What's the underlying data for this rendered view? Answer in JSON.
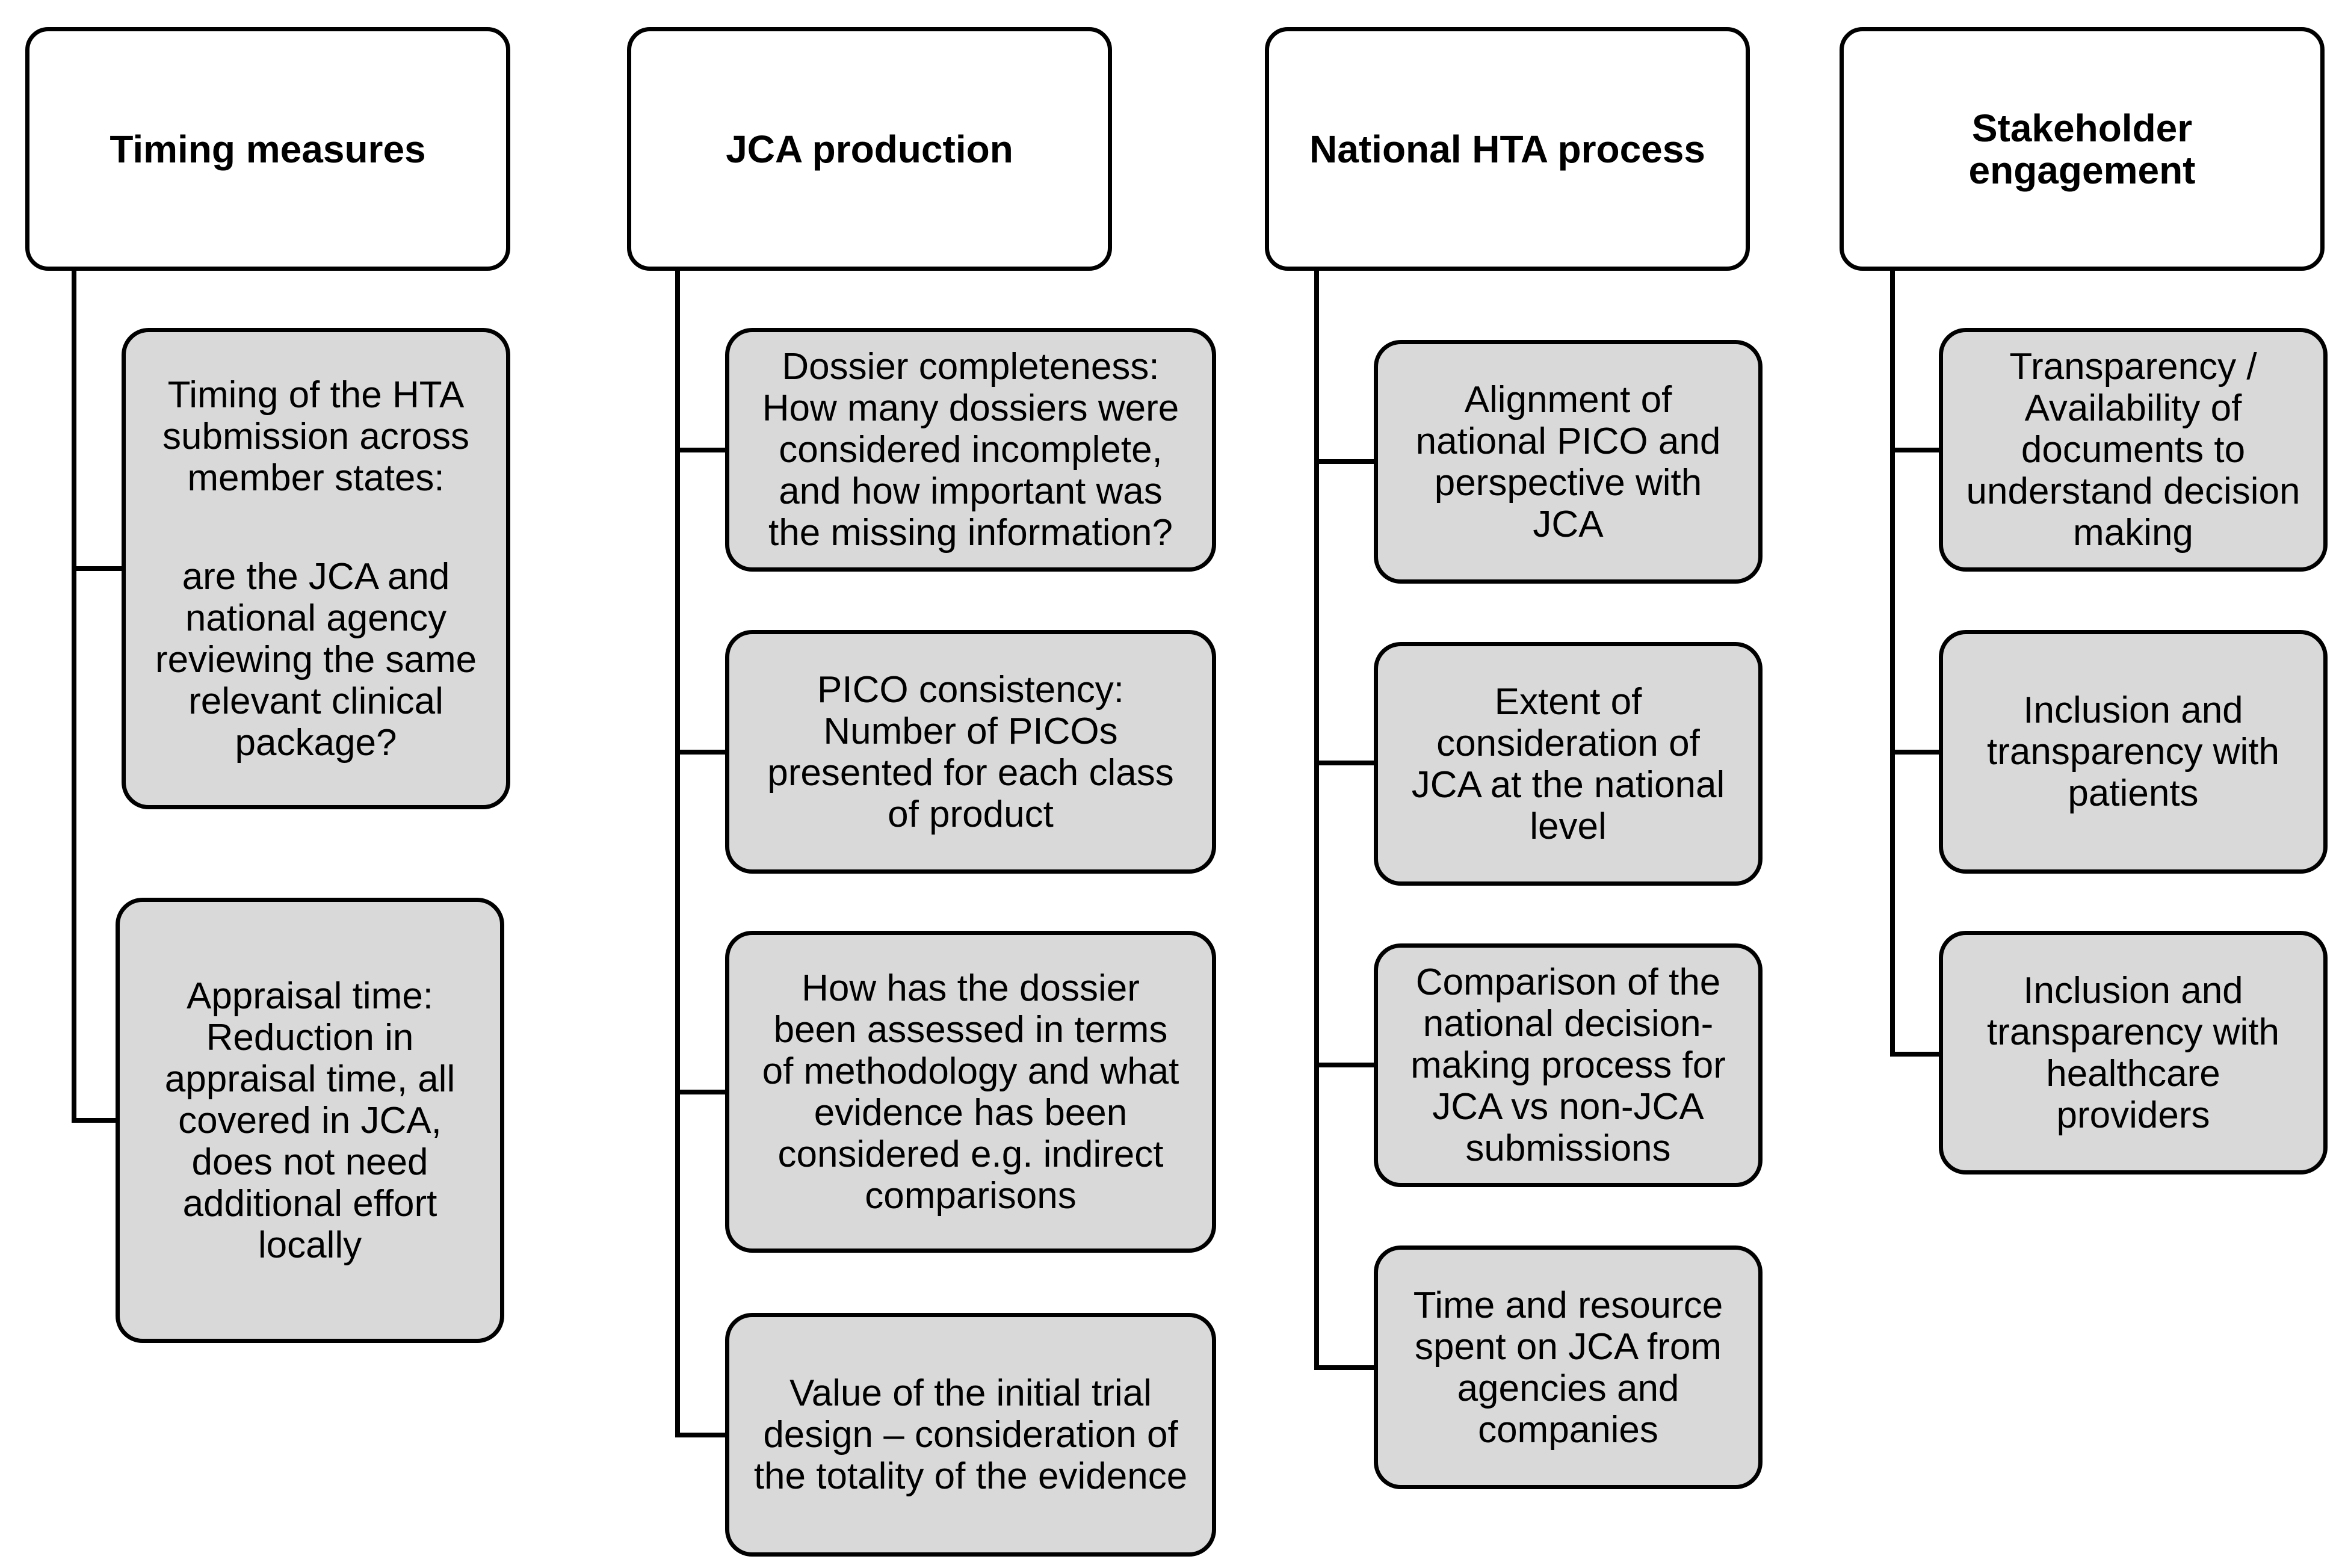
{
  "colors": {
    "header_fill": "#ffffff",
    "child_fill": "#d9d9d9",
    "stroke": "#000000"
  },
  "columns": [
    {
      "title": "Timing measures",
      "items": [
        {
          "paragraphs": [
            "Timing of the HTA\nsubmission across\nmember states:",
            "are the JCA and\nnational agency\nreviewing the same\nrelevant clinical\npackage?"
          ]
        },
        {
          "text": "Appraisal time:\nReduction in\nappraisal time, all\ncovered in JCA,\ndoes not need\nadditional effort\nlocally"
        }
      ]
    },
    {
      "title": "JCA production",
      "items": [
        {
          "text": "Dossier completeness:\nHow many dossiers were\nconsidered incomplete,\nand how important was\nthe missing information?"
        },
        {
          "text": "PICO consistency:\nNumber of PICOs\npresented for each class\nof product"
        },
        {
          "text": "How has the dossier\nbeen assessed in terms\nof methodology and what\nevidence has been\nconsidered e.g. indirect\ncomparisons"
        },
        {
          "text": "Value of the initial trial\ndesign – consideration of\nthe totality of the evidence"
        }
      ]
    },
    {
      "title": "National HTA process",
      "items": [
        {
          "text": "Alignment of\nnational PICO and\nperspective with\nJCA"
        },
        {
          "text": "Extent of\nconsideration of\nJCA at the national\nlevel"
        },
        {
          "text": "Comparison of the\nnational decision-\nmaking process for\nJCA vs non-JCA\nsubmissions"
        },
        {
          "text": "Time and resource\nspent on JCA from\nagencies and\ncompanies"
        }
      ]
    },
    {
      "title": "Stakeholder\nengagement",
      "items": [
        {
          "text": "Transparency /\nAvailability of\ndocuments to\nunderstand decision\nmaking"
        },
        {
          "text": "Inclusion and\ntransparency with\npatients"
        },
        {
          "text": "Inclusion and\ntransparency with\nhealthcare\nproviders"
        }
      ]
    }
  ]
}
